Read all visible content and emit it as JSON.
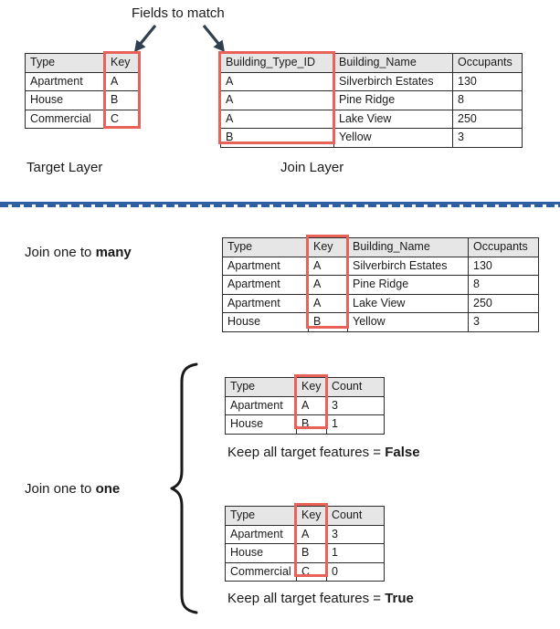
{
  "title_note": "Fields to match",
  "annotations": {
    "fields_to_match": "Fields to match",
    "target_layer": "Target Layer",
    "join_layer": "Join Layer",
    "join_one_to_many_prefix": "Join one to ",
    "join_one_to_many_emphasis": "many",
    "join_one_to_one_prefix": "Join one to ",
    "join_one_to_one_emphasis": "one",
    "keep_all_false_prefix": "Keep all target features = ",
    "keep_all_false_value": "False",
    "keep_all_true_prefix": "Keep all target features = ",
    "keep_all_true_value": "True"
  },
  "colors": {
    "highlight_red": "#e8625a",
    "divider_blue": "#2e5fa3",
    "arrow_navy": "#2e3f50",
    "header_gray": "#e6e6e6",
    "border_dark": "#2b2b2b"
  },
  "icons": {
    "arrow_left": "arrow-down-left-icon",
    "arrow_right": "arrow-down-right-icon",
    "brace": "curly-brace-icon"
  },
  "tables": {
    "target_layer": {
      "headers": [
        "Type",
        "Key"
      ],
      "rows": [
        [
          "Apartment",
          "A"
        ],
        [
          "House",
          "B"
        ],
        [
          "Commercial",
          "C"
        ]
      ],
      "highlight_column": 1
    },
    "join_layer": {
      "headers": [
        "Building_Type_ID",
        "Building_Name",
        "Occupants"
      ],
      "rows": [
        [
          "A",
          "Silverbirch Estates",
          "130"
        ],
        [
          "A",
          "Pine Ridge",
          "8"
        ],
        [
          "A",
          "Lake View",
          "250"
        ],
        [
          "B",
          "Yellow",
          "3"
        ]
      ],
      "highlight_column": 0
    },
    "one_to_many": {
      "headers": [
        "Type",
        "Key",
        "Building_Name",
        "Occupants"
      ],
      "rows": [
        [
          "Apartment",
          "A",
          "Silverbirch Estates",
          "130"
        ],
        [
          "Apartment",
          "A",
          "Pine Ridge",
          "8"
        ],
        [
          "Apartment",
          "A",
          "Lake View",
          "250"
        ],
        [
          "House",
          "B",
          "Yellow",
          "3"
        ]
      ],
      "highlight_column": 1
    },
    "one_to_one_false": {
      "headers": [
        "Type",
        "Key",
        "Count"
      ],
      "rows": [
        [
          "Apartment",
          "A",
          "3"
        ],
        [
          "House",
          "B",
          "1"
        ]
      ],
      "highlight_column": 1
    },
    "one_to_one_true": {
      "headers": [
        "Type",
        "Key",
        "Count"
      ],
      "rows": [
        [
          "Apartment",
          "A",
          "3"
        ],
        [
          "House",
          "B",
          "1"
        ],
        [
          "Commercial",
          "C",
          "0"
        ]
      ],
      "highlight_column": 1
    }
  }
}
